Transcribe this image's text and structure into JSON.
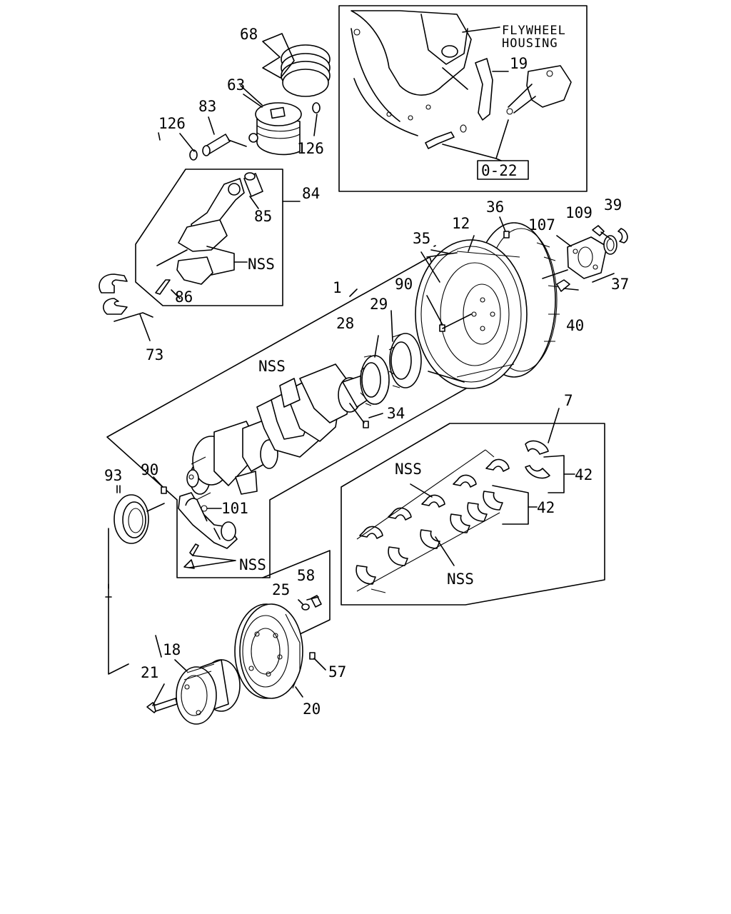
{
  "labels": {
    "p68": "68",
    "p63": "63",
    "p83": "83",
    "p126a": "126",
    "p126b": "126",
    "p84": "84",
    "p85": "85",
    "p86": "86",
    "p73": "73",
    "nss_rod": "NSS",
    "flywheel_housing_1": "FLYWHEEL",
    "flywheel_housing_2": "HOUSING",
    "p19": "19",
    "ref_0_22": "0-22",
    "p36": "36",
    "p12": "12",
    "p35": "35",
    "p107": "107",
    "p109": "109",
    "p39": "39",
    "p37": "37",
    "p40": "40",
    "p90a": "90",
    "p1": "1",
    "p29": "29",
    "p28": "28",
    "nss_crank": "NSS",
    "p34": "34",
    "p7": "7",
    "p93": "93",
    "p90b": "90",
    "p101": "101",
    "nss_cap": "NSS",
    "nss_bear1": "NSS",
    "nss_bear2": "NSS",
    "p42a": "42",
    "p42b": "42",
    "p25": "25",
    "p58": "58",
    "p18": "18",
    "p21": "21",
    "p57": "57",
    "p20": "20"
  }
}
